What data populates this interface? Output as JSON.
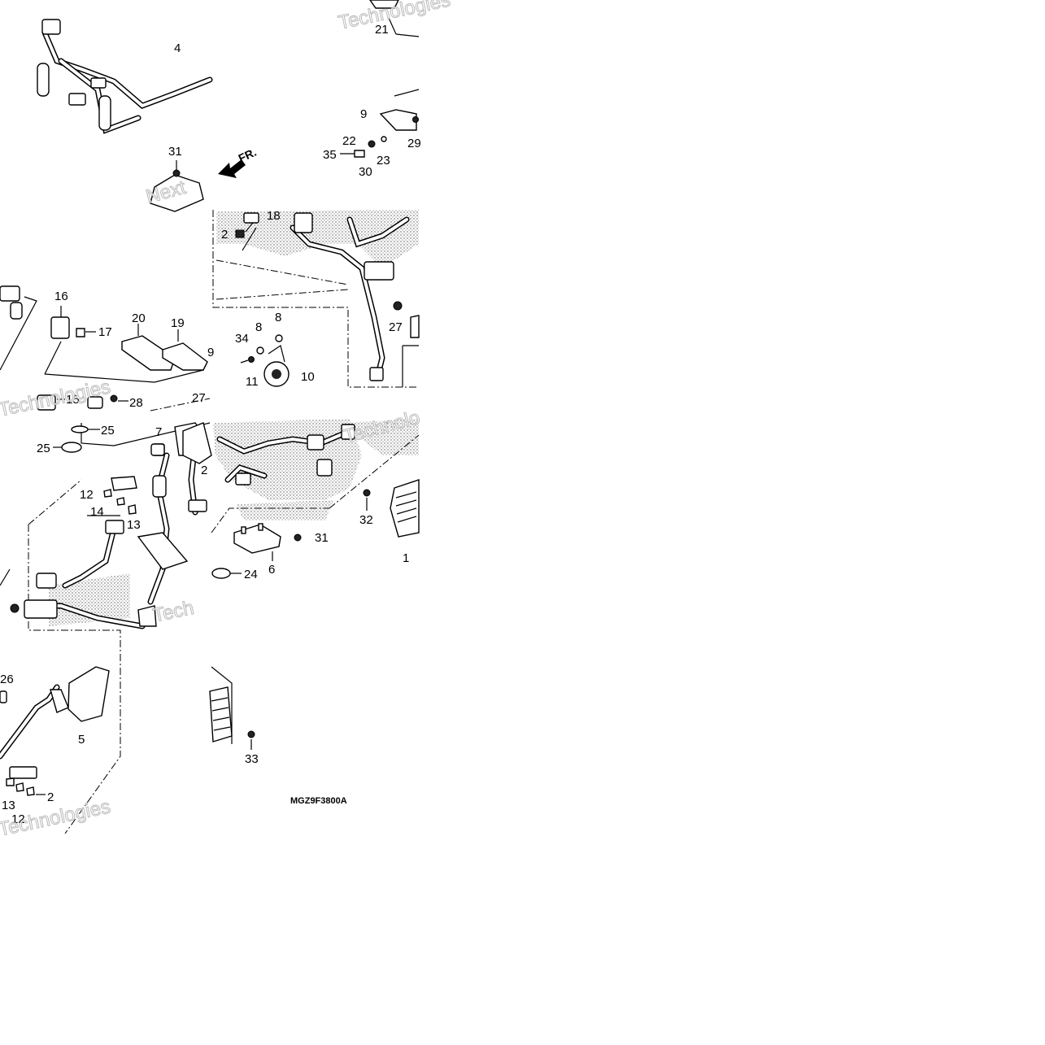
{
  "diagram": {
    "drawing_code": "MGZ9F3800A",
    "direction_label": "FR.",
    "watermark_words": [
      "Technologies",
      "Next",
      "Tech",
      "Technolo"
    ],
    "callouts": [
      {
        "id": "c4",
        "label": "4"
      },
      {
        "id": "c21",
        "label": "21"
      },
      {
        "id": "c9a",
        "label": "9"
      },
      {
        "id": "c29",
        "label": "29"
      },
      {
        "id": "c22",
        "label": "22"
      },
      {
        "id": "c35",
        "label": "35"
      },
      {
        "id": "c30",
        "label": "30"
      },
      {
        "id": "c23",
        "label": "23"
      },
      {
        "id": "c31a",
        "label": "31"
      },
      {
        "id": "c18",
        "label": "18"
      },
      {
        "id": "c2a",
        "label": "2"
      },
      {
        "id": "c16",
        "label": "16"
      },
      {
        "id": "c17",
        "label": "17"
      },
      {
        "id": "c20",
        "label": "20"
      },
      {
        "id": "c19",
        "label": "19"
      },
      {
        "id": "c9b",
        "label": "9"
      },
      {
        "id": "c8a",
        "label": "8"
      },
      {
        "id": "c8b",
        "label": "8"
      },
      {
        "id": "c34",
        "label": "34"
      },
      {
        "id": "c11",
        "label": "11"
      },
      {
        "id": "c10",
        "label": "10"
      },
      {
        "id": "c27a",
        "label": "27"
      },
      {
        "id": "c15",
        "label": "15"
      },
      {
        "id": "c28",
        "label": "28"
      },
      {
        "id": "c27b",
        "label": "27"
      },
      {
        "id": "c25a",
        "label": "25"
      },
      {
        "id": "c25b",
        "label": "25"
      },
      {
        "id": "c7",
        "label": "7"
      },
      {
        "id": "c12a",
        "label": "12"
      },
      {
        "id": "c14",
        "label": "14"
      },
      {
        "id": "c13a",
        "label": "13"
      },
      {
        "id": "c32",
        "label": "32"
      },
      {
        "id": "c1",
        "label": "1"
      },
      {
        "id": "c31b",
        "label": "31"
      },
      {
        "id": "c6",
        "label": "6"
      },
      {
        "id": "c24",
        "label": "24"
      },
      {
        "id": "c26",
        "label": "26"
      },
      {
        "id": "c5",
        "label": "5"
      },
      {
        "id": "c2b",
        "label": "2"
      },
      {
        "id": "c13b",
        "label": "13"
      },
      {
        "id": "c12b",
        "label": "12"
      },
      {
        "id": "c33",
        "label": "33"
      },
      {
        "id": "c2c",
        "label": "2"
      }
    ]
  }
}
